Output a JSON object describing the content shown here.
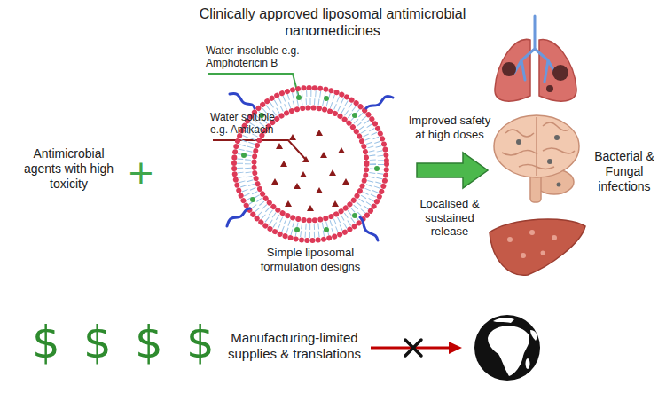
{
  "diagram": {
    "title": "Clinically approved liposomal antimicrobial nanomedicines",
    "nodes": [
      {
        "text": [
          "Simple liposomal formulation designs"
        ]
      }
    ],
    "labels": [
      "Antimicrobial agents with high toxicity",
      "+",
      "Water insoluble e.g. Amphotericin B",
      "Water soluble e.g. Amikacin",
      "Improved safety at high doses",
      "Localised & sustained release",
      "Bacterial & Fungal infections",
      "$",
      "$",
      "$",
      "$",
      "Manufacturing-limited supplies & translations"
    ]
  }
}
